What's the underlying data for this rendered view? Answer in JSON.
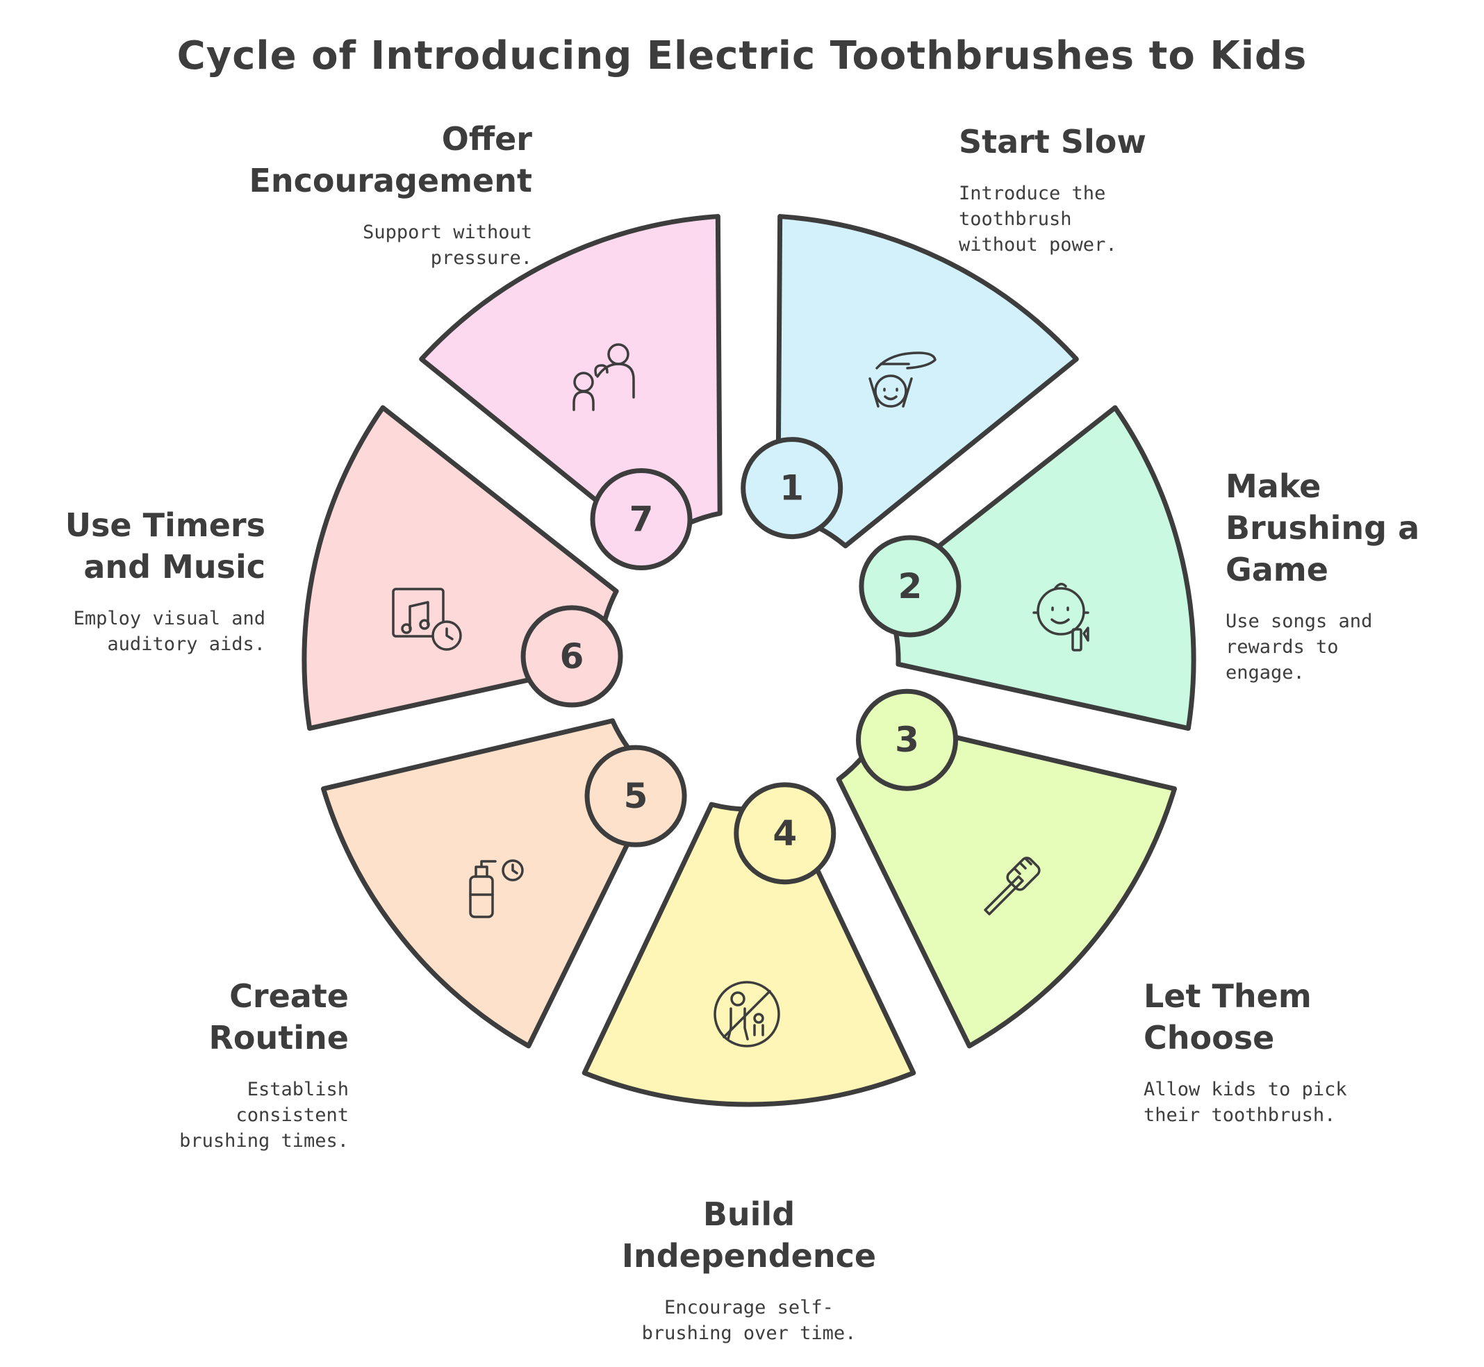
{
  "title": "Cycle of Introducing Electric Toothbrushes to Kids",
  "steps": [
    {
      "num": "1",
      "heading": "Start Slow",
      "description": "Introduce the\ntoothbrush\nwithout power.",
      "color": "#d3f1fb",
      "icon": "hand-over-baby-icon"
    },
    {
      "num": "2",
      "heading": "Make\nBrushing a\nGame",
      "description": "Use songs and\nrewards to\nengage.",
      "color": "#c9f9e1",
      "icon": "baby-with-toothbrush-icon"
    },
    {
      "num": "3",
      "heading": "Let Them\nChoose",
      "description": "Allow kids to pick\ntheir toothbrush.",
      "color": "#e6fcb9",
      "icon": "toothbrush-icon"
    },
    {
      "num": "4",
      "heading": "Build\nIndependence",
      "description": "Encourage self-\nbrushing over time.",
      "color": "#fdf6b6",
      "icon": "no-parent-help-icon"
    },
    {
      "num": "5",
      "heading": "Create\nRoutine",
      "description": "Establish\nconsistent\nbrushing times.",
      "color": "#fde1cb",
      "icon": "toothpaste-clock-icon"
    },
    {
      "num": "6",
      "heading": "Use Timers\nand Music",
      "description": "Employ visual and\nauditory aids.",
      "color": "#fdd9d9",
      "icon": "music-timer-icon"
    },
    {
      "num": "7",
      "heading": "Offer\nEncouragement",
      "description": "Support without\npressure.",
      "color": "#fdd9ef",
      "icon": "adult-supporting-child-icon"
    }
  ]
}
